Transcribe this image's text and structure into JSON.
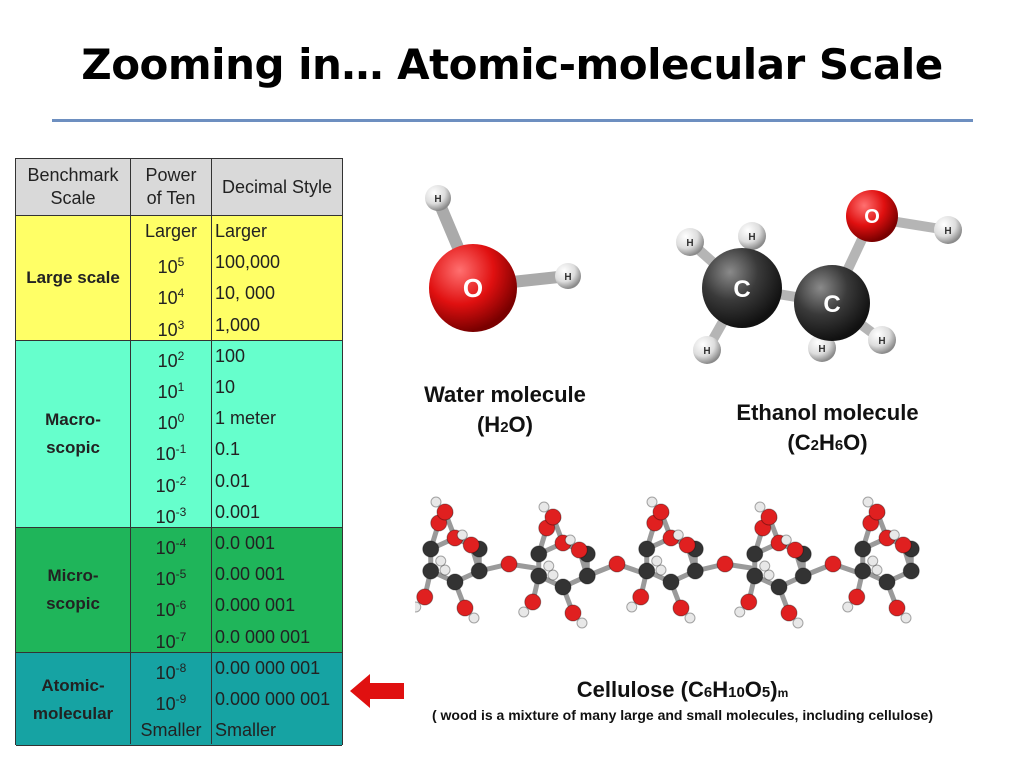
{
  "title": "Zooming in… Atomic-molecular Scale",
  "table": {
    "headers": {
      "benchmark": [
        "Benchmark",
        "Scale"
      ],
      "power": [
        "Power",
        "of Ten"
      ],
      "decimal": "Decimal Style"
    },
    "groups": [
      {
        "label": [
          "Large scale"
        ],
        "color": "#ffff66",
        "rows": [
          {
            "base": "Larger",
            "exp": "",
            "decimal": "Larger"
          },
          {
            "base": "10",
            "exp": "5",
            "decimal": "100,000"
          },
          {
            "base": "10",
            "exp": "4",
            "decimal": "10, 000"
          },
          {
            "base": "10",
            "exp": "3",
            "decimal": "1,000"
          }
        ]
      },
      {
        "label": [
          "Macro-",
          "scopic"
        ],
        "color": "#66ffcc",
        "rows": [
          {
            "base": "10",
            "exp": "2",
            "decimal": "100"
          },
          {
            "base": "10",
            "exp": "1",
            "decimal": "10"
          },
          {
            "base": "10",
            "exp": "0",
            "decimal": "1 meter"
          },
          {
            "base": "10",
            "exp": "-1",
            "decimal": "0.1"
          },
          {
            "base": "10",
            "exp": "-2",
            "decimal": "0.01"
          },
          {
            "base": "10",
            "exp": "-3",
            "decimal": "0.001"
          }
        ]
      },
      {
        "label": [
          "Micro-",
          "scopic"
        ],
        "color": "#1fb55a",
        "rows": [
          {
            "base": "10",
            "exp": "-4",
            "decimal": "0.0 001"
          },
          {
            "base": "10",
            "exp": "-5",
            "decimal": "0.00 001"
          },
          {
            "base": "10",
            "exp": "-6",
            "decimal": "0.000 001"
          },
          {
            "base": "10",
            "exp": "-7",
            "decimal": "0.0 000 001"
          }
        ]
      },
      {
        "label": [
          "Atomic-",
          "molecular"
        ],
        "color": "#16a3a3",
        "rows": [
          {
            "base": "10",
            "exp": "-8",
            "decimal": "0.00 000 001"
          },
          {
            "base": "10",
            "exp": "-9",
            "decimal": "0.000 000 001"
          },
          {
            "base": "Smaller",
            "exp": "",
            "decimal": "Smaller"
          }
        ]
      }
    ]
  },
  "arrow_icon": "red-arrow-left-icon",
  "molecules": {
    "water": {
      "caption_line1": "Water molecule",
      "formula_parts": [
        "(H",
        "2",
        "O)"
      ],
      "atoms": {
        "oxygen": "O",
        "hydrogen": "H"
      }
    },
    "ethanol": {
      "caption_line1": "Ethanol molecule",
      "formula_parts": [
        "(C",
        "2",
        "H",
        "6",
        "O)"
      ],
      "atoms": {
        "carbon": "C",
        "oxygen": "O",
        "hydrogen": "H"
      }
    },
    "cellulose": {
      "formula_parts": [
        "Cellulose (C",
        "6",
        "H",
        "10",
        "O",
        "5",
        ")",
        "m"
      ],
      "note": "( wood is a mixture of many large and small molecules, including cellulose)"
    }
  },
  "colors": {
    "rule": "#6d8fc0",
    "oxygen": "#e02020",
    "carbon": "#333333",
    "hydrogen": "#e8e8e8",
    "arrow": "#e01010"
  }
}
